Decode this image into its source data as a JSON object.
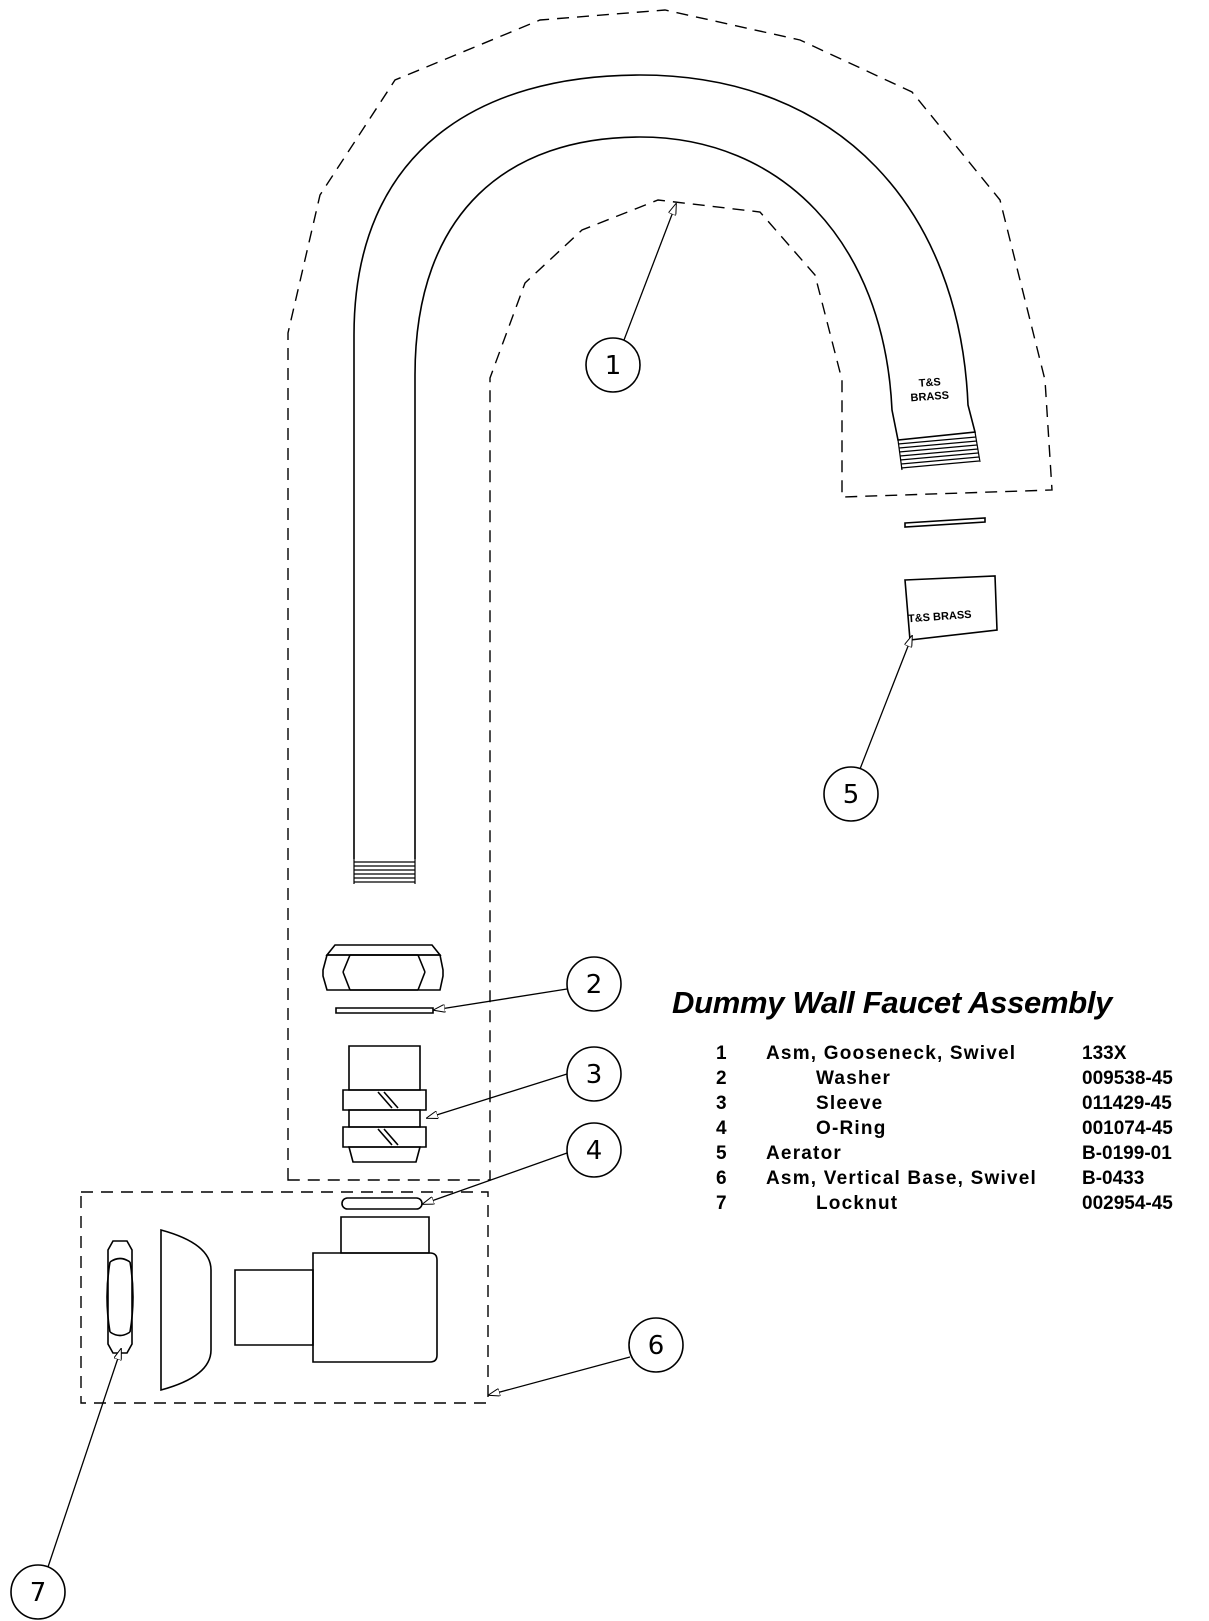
{
  "title": "Dummy Wall Faucet Assembly",
  "parts": [
    {
      "item": "1",
      "description": "Asm, Gooseneck, Swivel",
      "indent": false,
      "part_number": "133X"
    },
    {
      "item": "2",
      "description": "Washer",
      "indent": true,
      "part_number": "009538-45"
    },
    {
      "item": "3",
      "description": "Sleeve",
      "indent": true,
      "part_number": "011429-45"
    },
    {
      "item": "4",
      "description": "O-Ring",
      "indent": true,
      "part_number": "001074-45"
    },
    {
      "item": "5",
      "description": "Aerator",
      "indent": false,
      "part_number": "B-0199-01"
    },
    {
      "item": "6",
      "description": "Asm, Vertical Base, Swivel",
      "indent": false,
      "part_number": "B-0433"
    },
    {
      "item": "7",
      "description": "Locknut",
      "indent": true,
      "part_number": "002954-45"
    }
  ],
  "callouts": [
    "1",
    "2",
    "3",
    "4",
    "5",
    "6",
    "7"
  ],
  "part_markings": {
    "gooseneck_tip": [
      "T&S",
      "BRASS"
    ],
    "aerator": "T&S BRASS"
  }
}
